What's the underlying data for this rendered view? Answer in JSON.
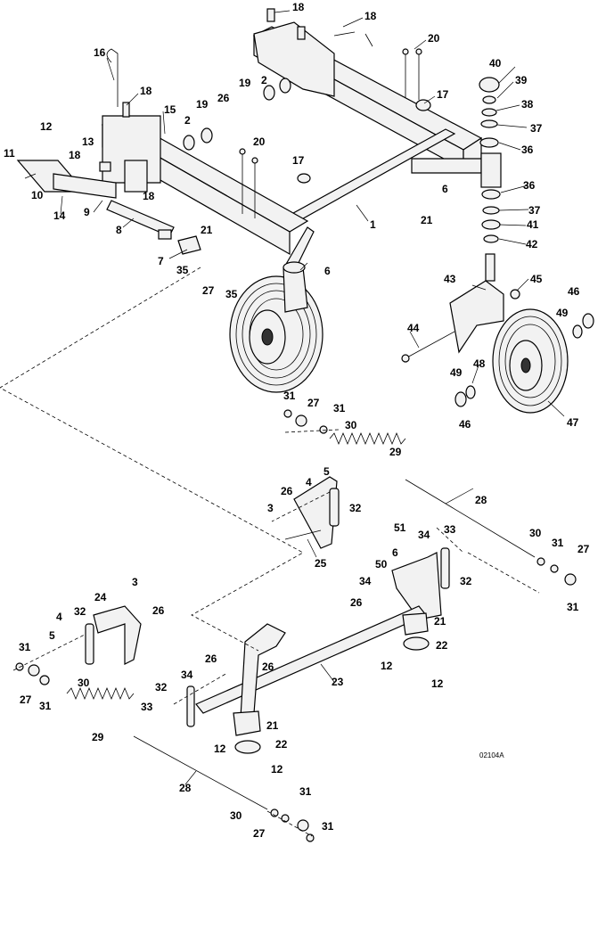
{
  "drawing_code": "02104A",
  "callouts": [
    {
      "id": "c-18a",
      "text": "18"
    },
    {
      "id": "c-18b",
      "text": "18"
    },
    {
      "id": "c-20a",
      "text": "20"
    },
    {
      "id": "c-16",
      "text": "16"
    },
    {
      "id": "c-18c",
      "text": "18"
    },
    {
      "id": "c-15",
      "text": "15"
    },
    {
      "id": "c-19a",
      "text": "19"
    },
    {
      "id": "c-26a",
      "text": "26"
    },
    {
      "id": "c-2a",
      "text": "2"
    },
    {
      "id": "c-19b",
      "text": "19"
    },
    {
      "id": "c-2b",
      "text": "2"
    },
    {
      "id": "c-17a",
      "text": "17"
    },
    {
      "id": "c-40",
      "text": "40"
    },
    {
      "id": "c-39",
      "text": "39"
    },
    {
      "id": "c-38",
      "text": "38"
    },
    {
      "id": "c-37a",
      "text": "37"
    },
    {
      "id": "c-36a",
      "text": "36"
    },
    {
      "id": "c-12a",
      "text": "12"
    },
    {
      "id": "c-13",
      "text": "13"
    },
    {
      "id": "c-11",
      "text": "11"
    },
    {
      "id": "c-18d",
      "text": "18"
    },
    {
      "id": "c-20b",
      "text": "20"
    },
    {
      "id": "c-17b",
      "text": "17"
    },
    {
      "id": "c-10",
      "text": "10"
    },
    {
      "id": "c-18e",
      "text": "18"
    },
    {
      "id": "c-14",
      "text": "14"
    },
    {
      "id": "c-9",
      "text": "9"
    },
    {
      "id": "c-6a",
      "text": "6"
    },
    {
      "id": "c-36b",
      "text": "36"
    },
    {
      "id": "c-21a",
      "text": "21"
    },
    {
      "id": "c-37b",
      "text": "37"
    },
    {
      "id": "c-1",
      "text": "1"
    },
    {
      "id": "c-41",
      "text": "41"
    },
    {
      "id": "c-8",
      "text": "8"
    },
    {
      "id": "c-21b",
      "text": "21"
    },
    {
      "id": "c-42",
      "text": "42"
    },
    {
      "id": "c-7",
      "text": "7"
    },
    {
      "id": "c-35a",
      "text": "35"
    },
    {
      "id": "c-6b",
      "text": "6"
    },
    {
      "id": "c-43",
      "text": "43"
    },
    {
      "id": "c-45",
      "text": "45"
    },
    {
      "id": "c-27a",
      "text": "27"
    },
    {
      "id": "c-35b",
      "text": "35"
    },
    {
      "id": "c-46a",
      "text": "46"
    },
    {
      "id": "c-49a",
      "text": "49"
    },
    {
      "id": "c-44",
      "text": "44"
    },
    {
      "id": "c-48",
      "text": "48"
    },
    {
      "id": "c-49b",
      "text": "49"
    },
    {
      "id": "c-46b",
      "text": "46"
    },
    {
      "id": "c-47",
      "text": "47"
    },
    {
      "id": "c-31a",
      "text": "31"
    },
    {
      "id": "c-27b",
      "text": "27"
    },
    {
      "id": "c-31b",
      "text": "31"
    },
    {
      "id": "c-30a",
      "text": "30"
    },
    {
      "id": "c-29a",
      "text": "29"
    },
    {
      "id": "c-5a",
      "text": "5"
    },
    {
      "id": "c-4a",
      "text": "4"
    },
    {
      "id": "c-26b",
      "text": "26"
    },
    {
      "id": "c-28a",
      "text": "28"
    },
    {
      "id": "c-3a",
      "text": "3"
    },
    {
      "id": "c-32a",
      "text": "32"
    },
    {
      "id": "c-25",
      "text": "25"
    },
    {
      "id": "c-51",
      "text": "51"
    },
    {
      "id": "c-34a",
      "text": "34"
    },
    {
      "id": "c-33a",
      "text": "33"
    },
    {
      "id": "c-30b",
      "text": "30"
    },
    {
      "id": "c-6c",
      "text": "6"
    },
    {
      "id": "c-31c",
      "text": "31"
    },
    {
      "id": "c-27c",
      "text": "27"
    },
    {
      "id": "c-50",
      "text": "50"
    },
    {
      "id": "c-32b",
      "text": "32"
    },
    {
      "id": "c-34b",
      "text": "34"
    },
    {
      "id": "c-31d",
      "text": "31"
    },
    {
      "id": "c-26c",
      "text": "26"
    },
    {
      "id": "c-3b",
      "text": "3"
    },
    {
      "id": "c-24",
      "text": "24"
    },
    {
      "id": "c-32c",
      "text": "32"
    },
    {
      "id": "c-26d",
      "text": "26"
    },
    {
      "id": "c-21c",
      "text": "21"
    },
    {
      "id": "c-4b",
      "text": "4"
    },
    {
      "id": "c-22a",
      "text": "22"
    },
    {
      "id": "c-5b",
      "text": "5"
    },
    {
      "id": "c-31e",
      "text": "31"
    },
    {
      "id": "c-12b",
      "text": "12"
    },
    {
      "id": "c-12c",
      "text": "12"
    },
    {
      "id": "c-26e",
      "text": "26"
    },
    {
      "id": "c-26f",
      "text": "26"
    },
    {
      "id": "c-23",
      "text": "23"
    },
    {
      "id": "c-30c",
      "text": "30"
    },
    {
      "id": "c-34c",
      "text": "34"
    },
    {
      "id": "c-27d",
      "text": "27"
    },
    {
      "id": "c-31f",
      "text": "31"
    },
    {
      "id": "c-32d",
      "text": "32"
    },
    {
      "id": "c-33b",
      "text": "33"
    },
    {
      "id": "c-21d",
      "text": "21"
    },
    {
      "id": "c-29b",
      "text": "29"
    },
    {
      "id": "c-22b",
      "text": "22"
    },
    {
      "id": "c-12d",
      "text": "12"
    },
    {
      "id": "c-12e",
      "text": "12"
    },
    {
      "id": "c-28b",
      "text": "28"
    },
    {
      "id": "c-31g",
      "text": "31"
    },
    {
      "id": "c-30d",
      "text": "30"
    },
    {
      "id": "c-27e",
      "text": "27"
    },
    {
      "id": "c-31h",
      "text": "31"
    }
  ]
}
